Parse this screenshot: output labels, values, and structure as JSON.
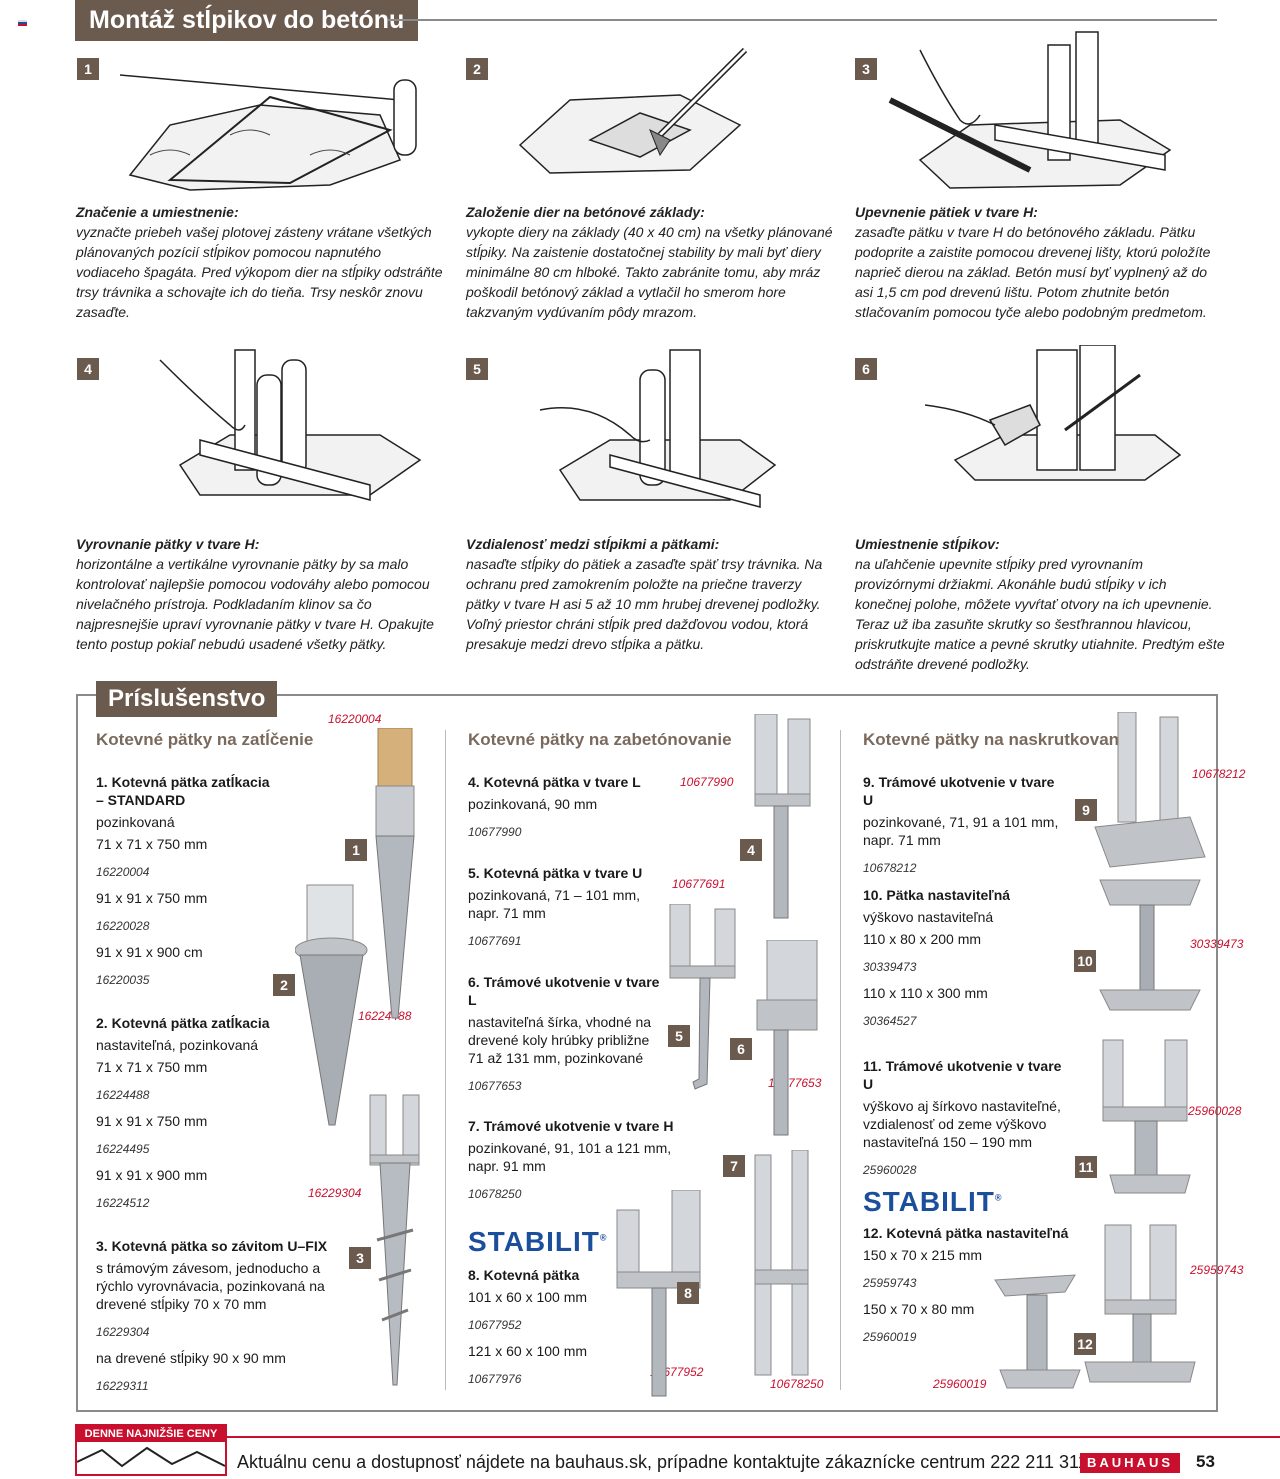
{
  "header": {
    "title": "Montáž stĺpikov do betónu"
  },
  "steps": [
    {
      "num": "1",
      "title": "Značenie a umiestnenie:",
      "text": "vyznačte priebeh vašej plotovej zásteny vrátane všetkých plánovaných pozícií stĺpikov pomocou napnutého vodiaceho špagáta. Pred výkopom dier na stĺpiky odstráňte trsy trávnika a schovajte ich do tieňa. Trsy neskôr znovu zasaďte."
    },
    {
      "num": "2",
      "title": "Založenie dier na betónové základy:",
      "text": "vykopte diery na základy (40 x 40 cm) na všetky plánované stĺpiky. Na zaistenie dostatočnej stability by mali byť diery minimálne 80 cm hlboké. Takto zabránite tomu, aby mráz poškodil betónový základ a vytlačil ho smerom hore takzvaným vydúvaním pôdy mrazom."
    },
    {
      "num": "3",
      "title": "Upevnenie pätiek v tvare H:",
      "text": "zasaďte pätku v tvare H do betónového základu. Pätku podoprite a zaistite pomocou drevenej lišty, ktorú položíte naprieč dierou na základ. Betón musí byť vyplnený až do asi 1,5 cm pod drevenú lištu. Potom zhutnite betón stlačovaním pomocou tyče alebo podobným predmetom."
    },
    {
      "num": "4",
      "title": "Vyrovnanie pätky v tvare H:",
      "text": "horizontálne a vertikálne vyrovnanie pätky by sa malo kontrolovať najlepšie pomocou vodováhy alebo pomocou nivelačného prístroja. Podkladaním klinov sa čo najpresnejšie upraví vyrovnanie pätky v tvare H. Opakujte tento postup pokiaľ nebudú usadené všetky pätky."
    },
    {
      "num": "5",
      "title": "Vzdialenosť medzi stĺpikmi a pätkami:",
      "text": "nasaďte stĺpiky do pätiek a zasaďte späť trsy trávnika. Na ochranu pred zamokrením položte na priečne traverzy pätky v tvare H asi 5 až 10 mm hrubej drevenej podložky. Voľný priestor chráni stĺpik pred dažďovou vodou, ktorá presakuje medzi drevo stĺpika a pätku."
    },
    {
      "num": "6",
      "title": "Umiestnenie stĺpikov:",
      "text": "na uľahčenie upevnite stĺpiky pred vyrovnaním provizórnymi držiakmi. Akonáhle budú stĺpiky v ich konečnej polohe, môžete vyvŕtať otvory na ich upevnenie. Teraz už iba zasuňte skrutky so šesťhrannou hlavicou, priskrutkujte matice a pevné skrutky utiahnite. Predtým ešte odstráňte drevené podložky."
    }
  ],
  "accessories": {
    "title": "Príslušenstvo",
    "col1": {
      "category": "Kotevné pätky na zatĺčenie",
      "p1": {
        "title": "1. Kotevná pätka zatĺkacia – STANDARD",
        "desc": "pozinkovaná",
        "v1": "71 x 71 x 750 mm",
        "s1": "16220004",
        "v2": "91 x 91 x 750 mm",
        "s2": "16220028",
        "v3": "91 x 91 x 900 cm",
        "s3": "16220035"
      },
      "p2": {
        "title": "2. Kotevná pätka zatĺkacia",
        "desc": "nastaviteľná, pozinkovaná",
        "v1": "71 x 71 x 750 mm",
        "s1": "16224488",
        "v2": "91 x 91 x 750 mm",
        "s2": "16224495",
        "v3": "91 x 91 x 900 mm",
        "s3": "16224512"
      },
      "p3": {
        "title": "3. Kotevná pätka so závitom U–FIX",
        "desc": "s trámovým závesom, jednoducho a rýchlo vyrovnávacia, pozinkovaná na drevené stĺpiky 70 x 70 mm",
        "s1": "16229304",
        "v2": "na drevené stĺpiky 90 x 90 mm",
        "s2": "16229311"
      },
      "red": [
        "16220004",
        "16224488",
        "16229304"
      ]
    },
    "col2": {
      "category": "Kotevné pätky na zabetónovanie",
      "p4": {
        "title": "4. Kotevná pätka v tvare L",
        "desc": "pozinkovaná, 90 mm",
        "s1": "10677990"
      },
      "p5": {
        "title": "5. Kotevná pätka v tvare U",
        "desc": "pozinkovaná, 71 – 101 mm, napr. 71 mm",
        "s1": "10677691"
      },
      "p6": {
        "title": "6. Trámové ukotvenie v tvare L",
        "desc": "nastaviteľná šírka, vhodné na drevené koly hrúbky približne 71 až 131 mm, pozinkované",
        "s1": "10677653"
      },
      "p7": {
        "title": "7. Trámové ukotvenie v tvare H",
        "desc": "pozinkované, 91, 101 a 121 mm, napr. 91 mm",
        "s1": "10678250"
      },
      "brand": "STABILIT",
      "p8": {
        "title": "8. Kotevná pätka",
        "v1": "101 x 60 x 100 mm",
        "s1": "10677952",
        "v2": "121 x 60 x 100 mm",
        "s2": "10677976"
      },
      "red": [
        "10677990",
        "10677691",
        "10677653",
        "10677952",
        "10678250"
      ]
    },
    "col3": {
      "category": "Kotevné pätky na naskrutkovanie",
      "p9": {
        "title": "9. Trámové ukotvenie v tvare U",
        "desc": "pozinkované, 71, 91 a 101 mm, napr. 71 mm",
        "s1": "10678212"
      },
      "p10": {
        "title": "10. Pätka nastaviteľná",
        "desc": "výškovo nastaviteľná",
        "v1": "110 x 80 x 200 mm",
        "s1": "30339473",
        "v2": "110 x 110 x 300 mm",
        "s2": "30364527"
      },
      "p11": {
        "title": "11. Trámové ukotvenie v tvare U",
        "desc": "výškovo aj šírkovo nastaviteľné, vzdialenosť od zeme výškovo nastaviteľná 150 – 190 mm",
        "s1": "25960028"
      },
      "brand": "STABILIT",
      "p12": {
        "title": "12. Kotevná pätka nastaviteľná",
        "v1": "150 x 70 x 215 mm",
        "s1": "25959743",
        "v2": "150 x 70 x 80 mm",
        "s2": "25960019"
      },
      "red": [
        "10678212",
        "30339473",
        "25960028",
        "25959743",
        "25960019"
      ]
    },
    "badges": [
      "1",
      "2",
      "3",
      "4",
      "5",
      "6",
      "7",
      "8",
      "9",
      "10",
      "11",
      "12"
    ]
  },
  "footer": {
    "badge": "DENNE NAJNIŽŠIE CENY",
    "text": "Aktuálnu cenu a dostupnosť nájdete na bauhaus.sk, prípadne kontaktujte zákaznícke centrum 222 211 311.",
    "brand": "BAUHAUS",
    "page": "53"
  }
}
